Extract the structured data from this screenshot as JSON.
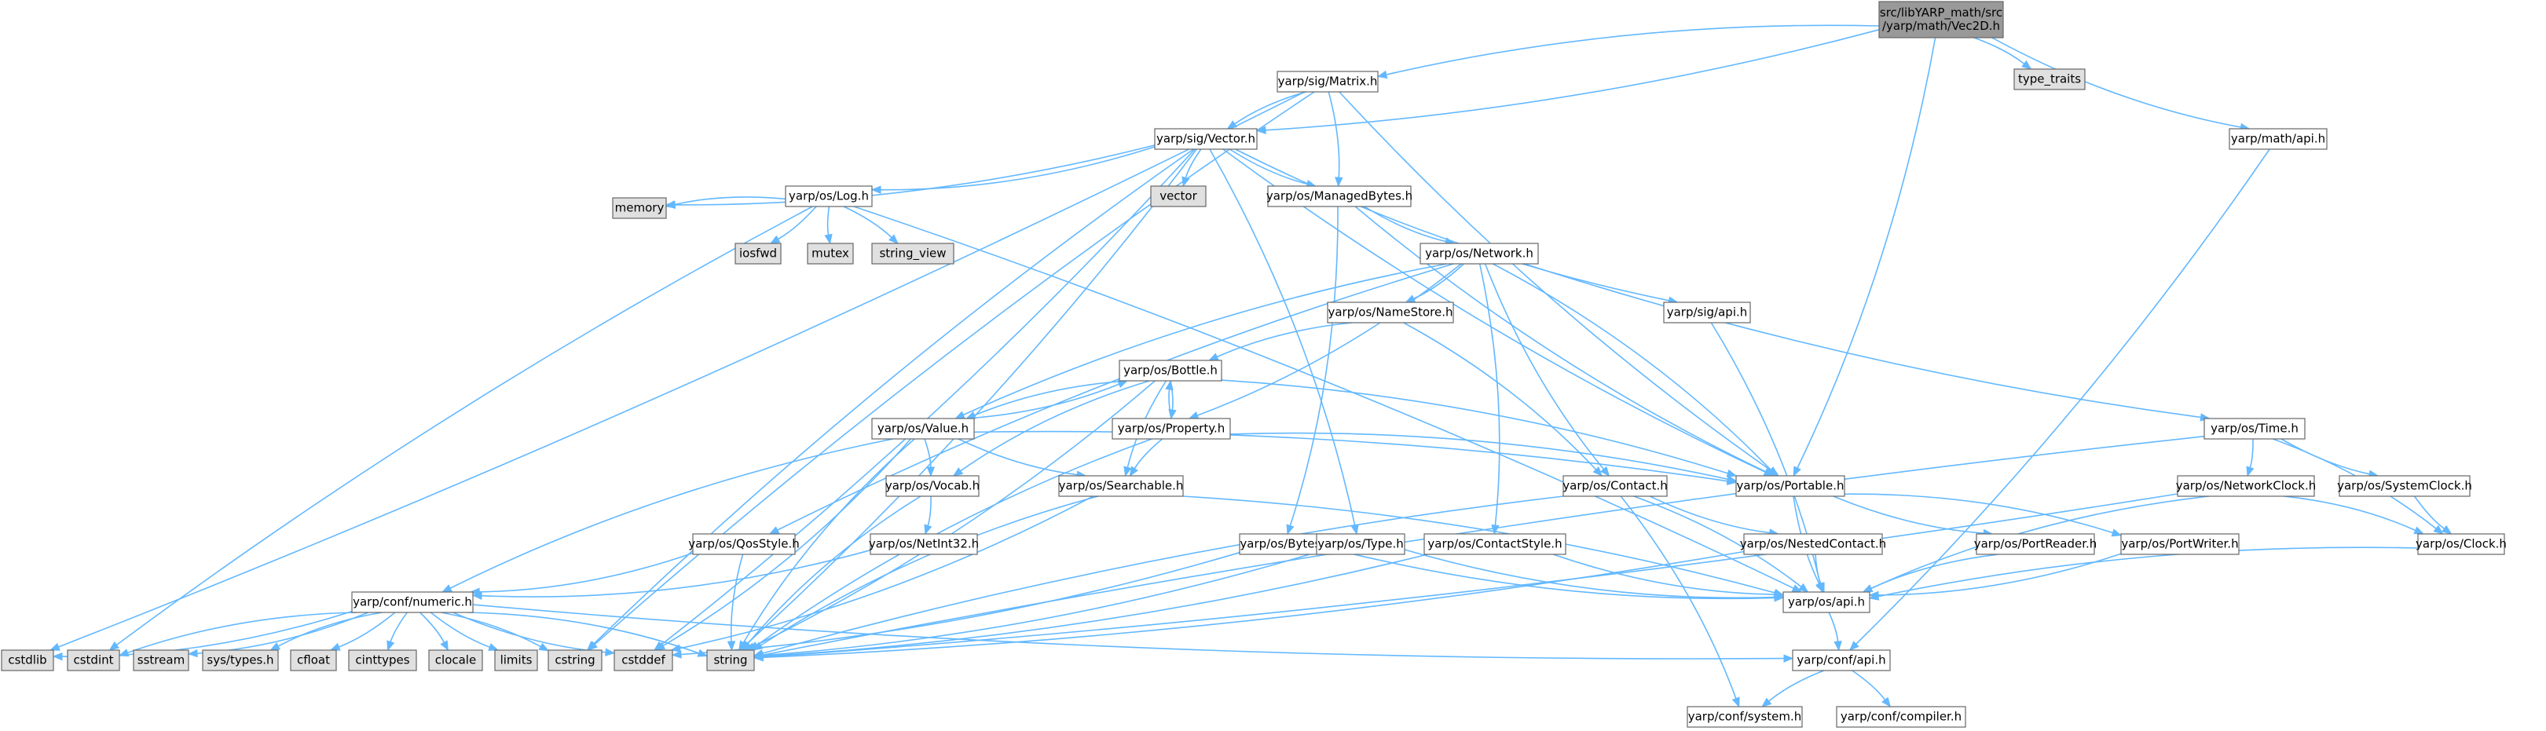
{
  "graph": {
    "root": "src/libYARP_math/src/yarp/math/Vec2D.h",
    "nodes": [
      {
        "id": "vec2d",
        "lines": [
          "src/libYARP_math/src",
          "/yarp/math/Vec2D.h"
        ],
        "kind": "root"
      },
      {
        "id": "type_traits",
        "lines": [
          "type_traits"
        ],
        "kind": "system"
      },
      {
        "id": "matrix",
        "lines": [
          "yarp/sig/Matrix.h"
        ],
        "kind": "header"
      },
      {
        "id": "mathapi",
        "lines": [
          "yarp/math/api.h"
        ],
        "kind": "header"
      },
      {
        "id": "vector_h",
        "lines": [
          "yarp/sig/Vector.h"
        ],
        "kind": "header"
      },
      {
        "id": "vector",
        "lines": [
          "vector"
        ],
        "kind": "system"
      },
      {
        "id": "log",
        "lines": [
          "yarp/os/Log.h"
        ],
        "kind": "header"
      },
      {
        "id": "managedbytes",
        "lines": [
          "yarp/os/ManagedBytes.h"
        ],
        "kind": "header"
      },
      {
        "id": "memory",
        "lines": [
          "memory"
        ],
        "kind": "system"
      },
      {
        "id": "iosfwd",
        "lines": [
          "iosfwd"
        ],
        "kind": "system"
      },
      {
        "id": "mutex",
        "lines": [
          "mutex"
        ],
        "kind": "system"
      },
      {
        "id": "string_view",
        "lines": [
          "string_view"
        ],
        "kind": "system"
      },
      {
        "id": "network",
        "lines": [
          "yarp/os/Network.h"
        ],
        "kind": "header"
      },
      {
        "id": "sigapi",
        "lines": [
          "yarp/sig/api.h"
        ],
        "kind": "header"
      },
      {
        "id": "namestore",
        "lines": [
          "yarp/os/NameStore.h"
        ],
        "kind": "header"
      },
      {
        "id": "bottle",
        "lines": [
          "yarp/os/Bottle.h"
        ],
        "kind": "header"
      },
      {
        "id": "value",
        "lines": [
          "yarp/os/Value.h"
        ],
        "kind": "header"
      },
      {
        "id": "property",
        "lines": [
          "yarp/os/Property.h"
        ],
        "kind": "header"
      },
      {
        "id": "time",
        "lines": [
          "yarp/os/Time.h"
        ],
        "kind": "header"
      },
      {
        "id": "vocab",
        "lines": [
          "yarp/os/Vocab.h"
        ],
        "kind": "header"
      },
      {
        "id": "searchable",
        "lines": [
          "yarp/os/Searchable.h"
        ],
        "kind": "header"
      },
      {
        "id": "contact",
        "lines": [
          "yarp/os/Contact.h"
        ],
        "kind": "header"
      },
      {
        "id": "portable",
        "lines": [
          "yarp/os/Portable.h"
        ],
        "kind": "header"
      },
      {
        "id": "networkclock",
        "lines": [
          "yarp/os/NetworkClock.h"
        ],
        "kind": "header"
      },
      {
        "id": "systemclock",
        "lines": [
          "yarp/os/SystemClock.h"
        ],
        "kind": "header"
      },
      {
        "id": "qosstyle",
        "lines": [
          "yarp/os/QosStyle.h"
        ],
        "kind": "header"
      },
      {
        "id": "netint32",
        "lines": [
          "yarp/os/NetInt32.h"
        ],
        "kind": "header"
      },
      {
        "id": "bytes",
        "lines": [
          "yarp/os/Bytes.h"
        ],
        "kind": "header"
      },
      {
        "id": "type",
        "lines": [
          "yarp/os/Type.h"
        ],
        "kind": "header"
      },
      {
        "id": "contactstyle",
        "lines": [
          "yarp/os/ContactStyle.h"
        ],
        "kind": "header"
      },
      {
        "id": "nestedcontact",
        "lines": [
          "yarp/os/NestedContact.h"
        ],
        "kind": "header"
      },
      {
        "id": "portreader",
        "lines": [
          "yarp/os/PortReader.h"
        ],
        "kind": "header"
      },
      {
        "id": "portwriter",
        "lines": [
          "yarp/os/PortWriter.h"
        ],
        "kind": "header"
      },
      {
        "id": "clock",
        "lines": [
          "yarp/os/Clock.h"
        ],
        "kind": "header"
      },
      {
        "id": "numeric",
        "lines": [
          "yarp/conf/numeric.h"
        ],
        "kind": "header"
      },
      {
        "id": "osapi",
        "lines": [
          "yarp/os/api.h"
        ],
        "kind": "header"
      },
      {
        "id": "cstdlib",
        "lines": [
          "cstdlib"
        ],
        "kind": "system"
      },
      {
        "id": "cstdint",
        "lines": [
          "cstdint"
        ],
        "kind": "system"
      },
      {
        "id": "sstream",
        "lines": [
          "sstream"
        ],
        "kind": "system"
      },
      {
        "id": "systypes",
        "lines": [
          "sys/types.h"
        ],
        "kind": "system"
      },
      {
        "id": "cfloat",
        "lines": [
          "cfloat"
        ],
        "kind": "system"
      },
      {
        "id": "cinttypes",
        "lines": [
          "cinttypes"
        ],
        "kind": "system"
      },
      {
        "id": "clocale",
        "lines": [
          "clocale"
        ],
        "kind": "system"
      },
      {
        "id": "limits",
        "lines": [
          "limits"
        ],
        "kind": "system"
      },
      {
        "id": "cstring",
        "lines": [
          "cstring"
        ],
        "kind": "system"
      },
      {
        "id": "cstddef",
        "lines": [
          "cstddef"
        ],
        "kind": "system"
      },
      {
        "id": "string",
        "lines": [
          "string"
        ],
        "kind": "system"
      },
      {
        "id": "confapi",
        "lines": [
          "yarp/conf/api.h"
        ],
        "kind": "header"
      },
      {
        "id": "confsystem",
        "lines": [
          "yarp/conf/system.h"
        ],
        "kind": "header"
      },
      {
        "id": "confcompiler",
        "lines": [
          "yarp/conf/compiler.h"
        ],
        "kind": "header"
      }
    ],
    "edges": [
      [
        "vec2d",
        "type_traits"
      ],
      [
        "vec2d",
        "matrix"
      ],
      [
        "vec2d",
        "vector_h"
      ],
      [
        "vec2d",
        "mathapi"
      ],
      [
        "vec2d",
        "portable"
      ],
      [
        "matrix",
        "vector_h"
      ],
      [
        "matrix",
        "managedbytes"
      ],
      [
        "matrix",
        "portable"
      ],
      [
        "matrix",
        "cstdlib"
      ],
      [
        "matrix",
        "cstring"
      ],
      [
        "mathapi",
        "confapi"
      ],
      [
        "vector_h",
        "vector"
      ],
      [
        "vector_h",
        "log"
      ],
      [
        "vector_h",
        "managedbytes"
      ],
      [
        "vector_h",
        "memory"
      ],
      [
        "vector_h",
        "sigapi"
      ],
      [
        "vector_h",
        "type"
      ],
      [
        "vector_h",
        "portable"
      ],
      [
        "vector_h",
        "string"
      ],
      [
        "vector_h",
        "cstring"
      ],
      [
        "vector_h",
        "cstddef"
      ],
      [
        "log",
        "memory"
      ],
      [
        "log",
        "iosfwd"
      ],
      [
        "log",
        "mutex"
      ],
      [
        "log",
        "string_view"
      ],
      [
        "log",
        "cstdint"
      ],
      [
        "log",
        "osapi"
      ],
      [
        "managedbytes",
        "network"
      ],
      [
        "managedbytes",
        "bytes"
      ],
      [
        "managedbytes",
        "portable"
      ],
      [
        "network",
        "namestore"
      ],
      [
        "network",
        "contact"
      ],
      [
        "network",
        "property"
      ],
      [
        "network",
        "value"
      ],
      [
        "network",
        "portable"
      ],
      [
        "network",
        "time"
      ],
      [
        "network",
        "contactstyle"
      ],
      [
        "network",
        "qosstyle"
      ],
      [
        "sigapi",
        "osapi"
      ],
      [
        "namestore",
        "bottle"
      ],
      [
        "namestore",
        "contact"
      ],
      [
        "bottle",
        "value"
      ],
      [
        "bottle",
        "property"
      ],
      [
        "bottle",
        "searchable"
      ],
      [
        "bottle",
        "portable"
      ],
      [
        "bottle",
        "vocab"
      ],
      [
        "bottle",
        "string"
      ],
      [
        "value",
        "bottle"
      ],
      [
        "value",
        "vocab"
      ],
      [
        "value",
        "searchable"
      ],
      [
        "value",
        "portable"
      ],
      [
        "value",
        "numeric"
      ],
      [
        "value",
        "cstddef"
      ],
      [
        "value",
        "string"
      ],
      [
        "property",
        "bottle"
      ],
      [
        "property",
        "searchable"
      ],
      [
        "property",
        "portable"
      ],
      [
        "property",
        "string"
      ],
      [
        "time",
        "networkclock"
      ],
      [
        "time",
        "systemclock"
      ],
      [
        "time",
        "clock"
      ],
      [
        "time",
        "string"
      ],
      [
        "vocab",
        "netint32"
      ],
      [
        "vocab",
        "string"
      ],
      [
        "searchable",
        "osapi"
      ],
      [
        "searchable",
        "string"
      ],
      [
        "searchable",
        "cstddef"
      ],
      [
        "contact",
        "nestedcontact"
      ],
      [
        "contact",
        "confsystem"
      ],
      [
        "contact",
        "string"
      ],
      [
        "contact",
        "osapi"
      ],
      [
        "portable",
        "portreader"
      ],
      [
        "portable",
        "portwriter"
      ],
      [
        "portable",
        "osapi"
      ],
      [
        "networkclock",
        "clock"
      ],
      [
        "networkclock",
        "osapi"
      ],
      [
        "networkclock",
        "string"
      ],
      [
        "systemclock",
        "clock"
      ],
      [
        "qosstyle",
        "numeric"
      ],
      [
        "qosstyle",
        "string"
      ],
      [
        "netint32",
        "numeric"
      ],
      [
        "bytes",
        "osapi"
      ],
      [
        "bytes",
        "cstddef"
      ],
      [
        "type",
        "osapi"
      ],
      [
        "type",
        "string"
      ],
      [
        "contactstyle",
        "osapi"
      ],
      [
        "contactstyle",
        "string"
      ],
      [
        "nestedcontact",
        "osapi"
      ],
      [
        "nestedcontact",
        "string"
      ],
      [
        "portreader",
        "osapi"
      ],
      [
        "portwriter",
        "osapi"
      ],
      [
        "clock",
        "osapi"
      ],
      [
        "numeric",
        "cstdlib"
      ],
      [
        "numeric",
        "cstdint"
      ],
      [
        "numeric",
        "sstream"
      ],
      [
        "numeric",
        "systypes"
      ],
      [
        "numeric",
        "cfloat"
      ],
      [
        "numeric",
        "cinttypes"
      ],
      [
        "numeric",
        "clocale"
      ],
      [
        "numeric",
        "limits"
      ],
      [
        "numeric",
        "cstring"
      ],
      [
        "numeric",
        "cstddef"
      ],
      [
        "numeric",
        "string"
      ],
      [
        "numeric",
        "confapi"
      ],
      [
        "osapi",
        "confapi"
      ],
      [
        "confapi",
        "confsystem"
      ],
      [
        "confapi",
        "confcompiler"
      ]
    ]
  },
  "colors": {
    "root_fill": "#999999",
    "header_fill": "#ffffff",
    "system_fill": "#e0e0e0",
    "border": "#666666",
    "edge": "#63B8FF"
  }
}
